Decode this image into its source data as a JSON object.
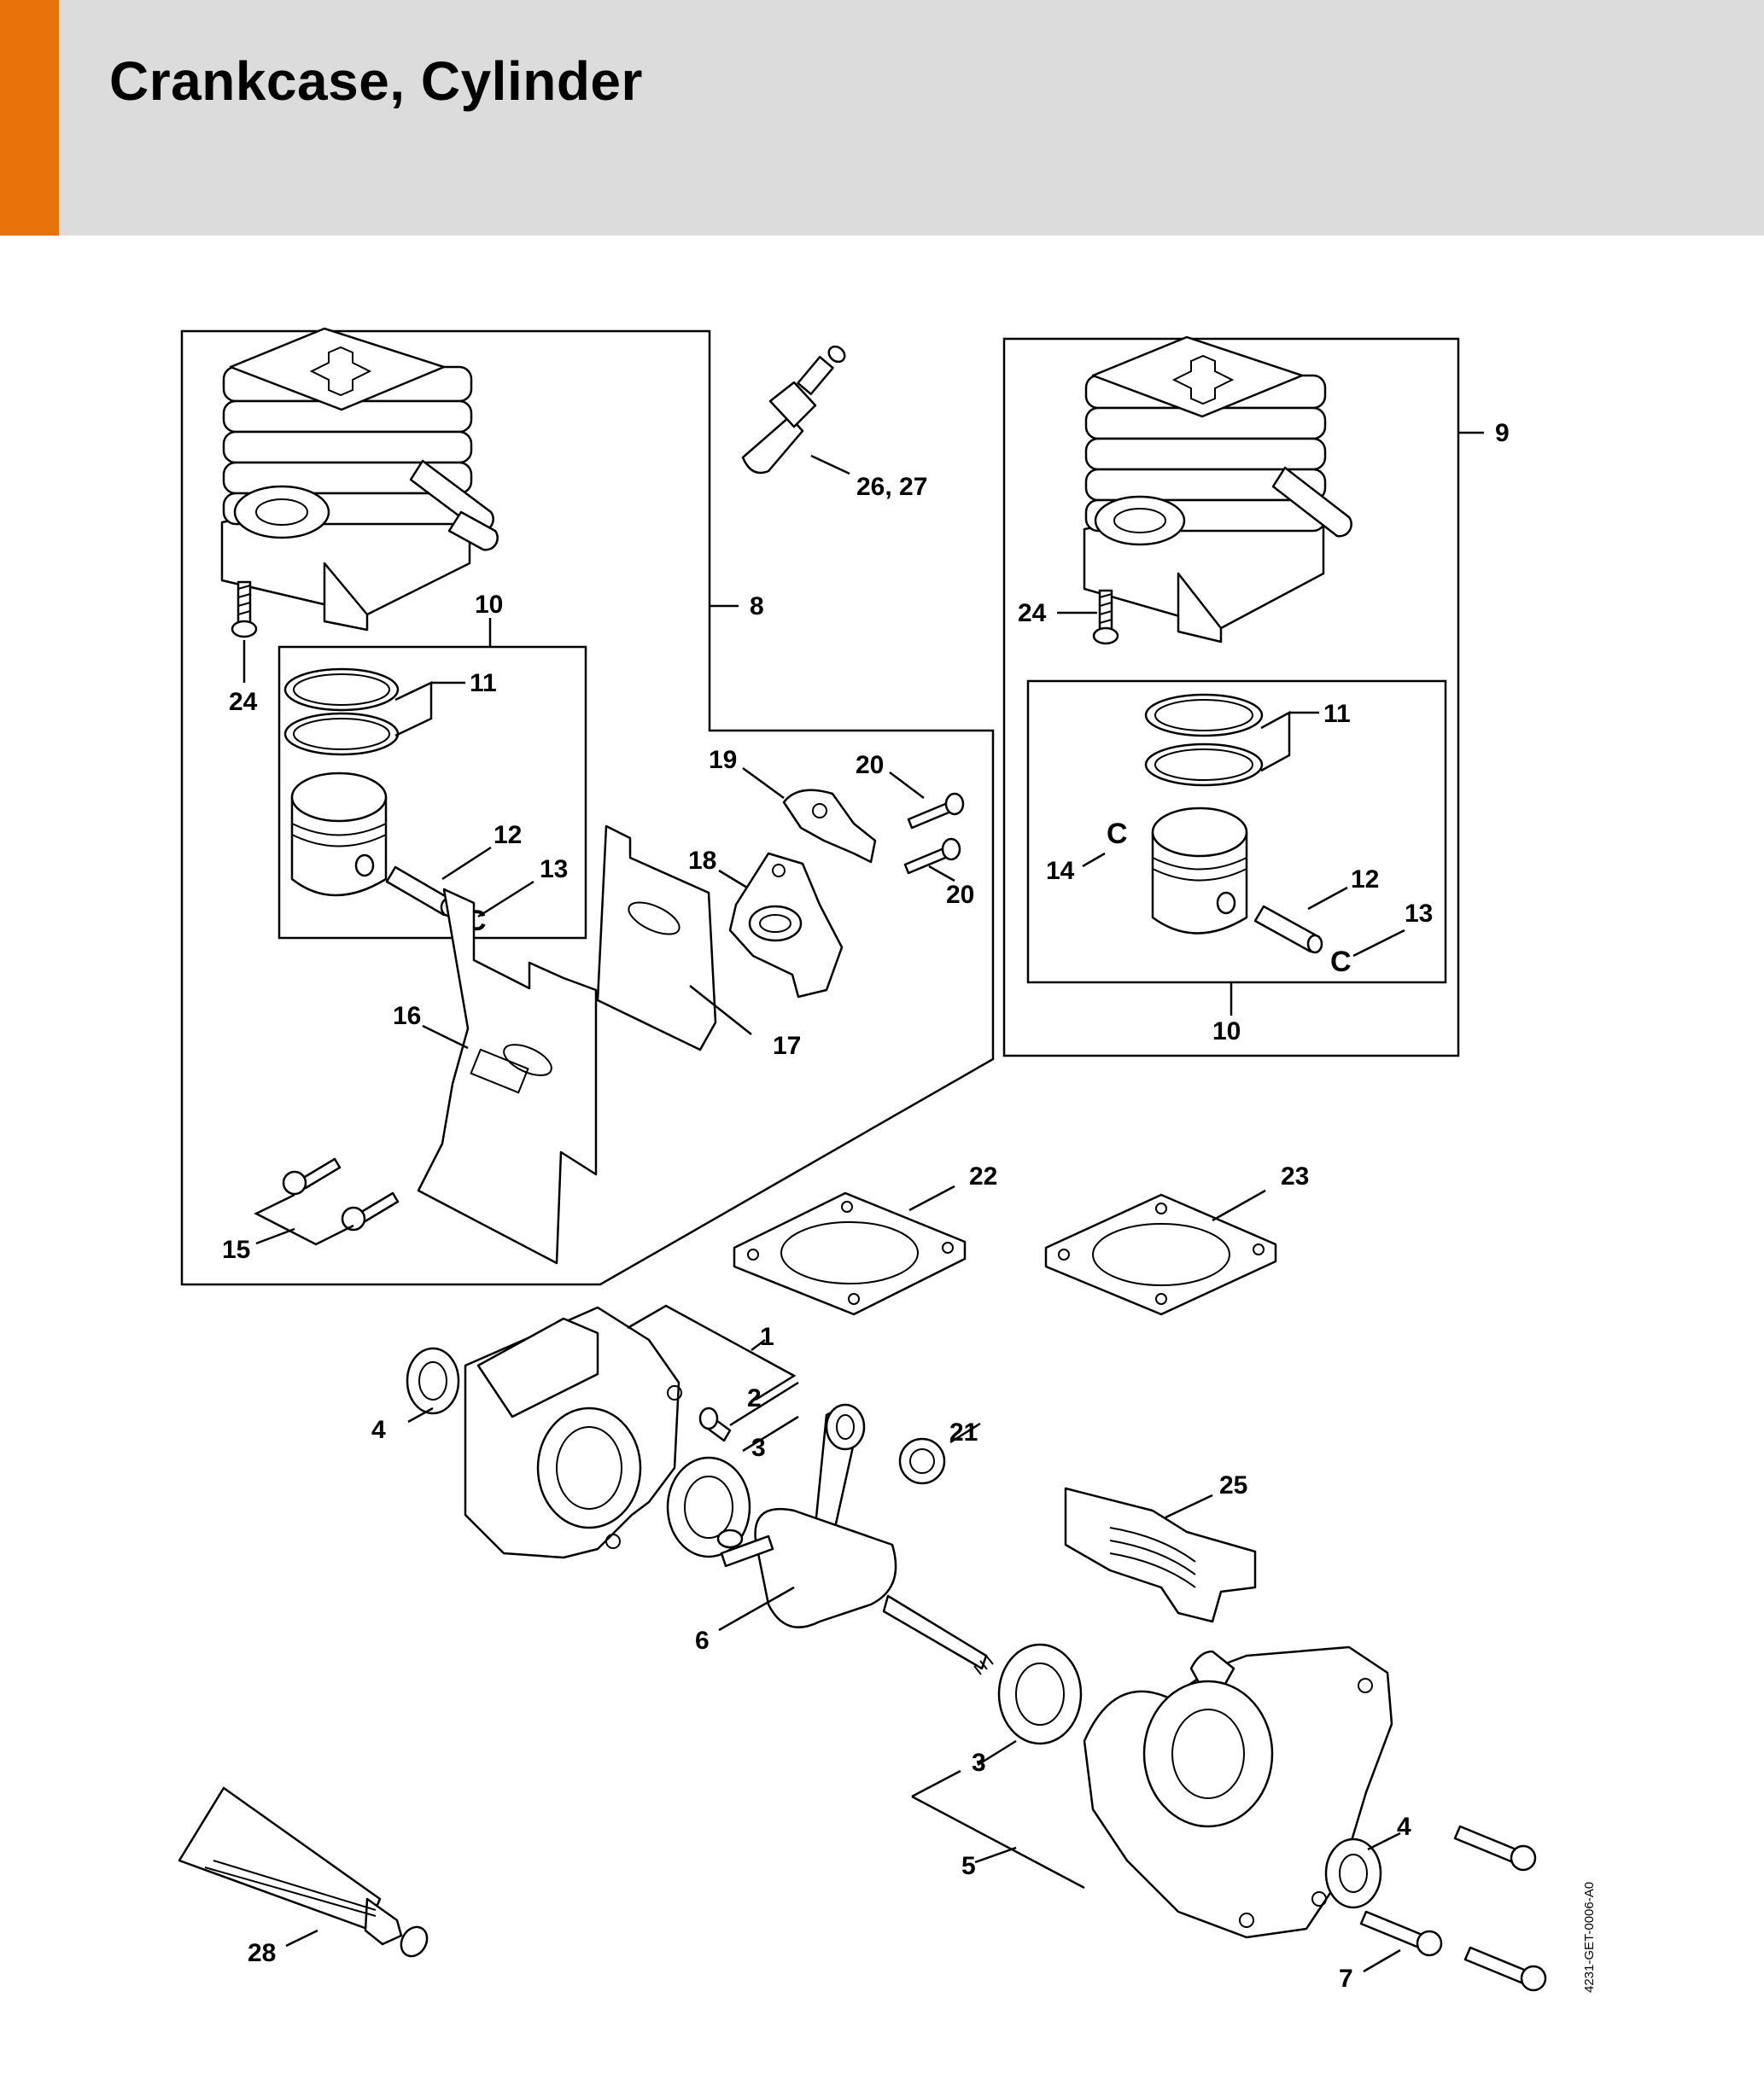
{
  "header": {
    "title": "Crankcase, Cylinder",
    "accent_color": "#e8730a",
    "background_color": "#dcdcdc"
  },
  "diagram": {
    "image_code": "4231-GET-0006-A0",
    "callouts": {
      "c1": "1",
      "c2": "2",
      "c3a": "3",
      "c3b": "3",
      "c4a": "4",
      "c4b": "4",
      "c5": "5",
      "c6": "6",
      "c7": "7",
      "c8": "8",
      "c9": "9",
      "c10a": "10",
      "c10b": "10",
      "c11a": "11",
      "c11b": "11",
      "c12a": "12",
      "c12b": "12",
      "c13a": "13",
      "c13b": "13",
      "c14": "14",
      "c15": "15",
      "c16": "16",
      "c17": "17",
      "c18": "18",
      "c19": "19",
      "c20a": "20",
      "c20b": "20",
      "c21": "21",
      "c22": "22",
      "c23": "23",
      "c24a": "24",
      "c24b": "24",
      "c25": "25",
      "c26_27": "26, 27",
      "c28": "28"
    }
  }
}
